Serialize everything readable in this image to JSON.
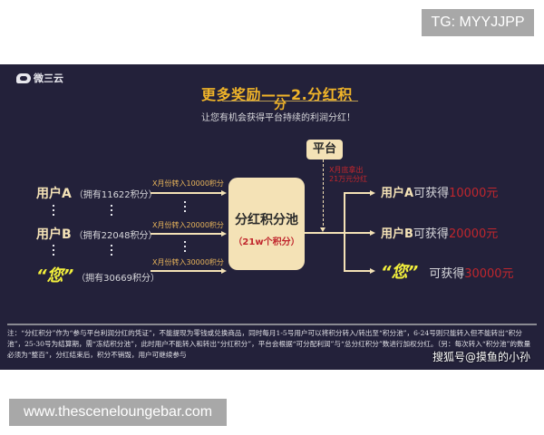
{
  "badges": {
    "tg": "TG: MYYJJPP",
    "url": "www.thesceneloungebar.com"
  },
  "slide": {
    "logo_text": "微三云",
    "title": "更多奖励——2.分红积",
    "title_wrap": "分",
    "subtitle": "让您有机会获得平台持续的利润分红！",
    "platform_label": "平台",
    "platform_note_line1": "X月底拿出",
    "platform_note_line2": "21万元分红",
    "pool_title": "分红积分池",
    "pool_sub": "（21w个积分）",
    "users": [
      {
        "name": "用户A",
        "points": "（拥有11622积分）",
        "transfer": "X月份转入10000积分"
      },
      {
        "name": "用户B",
        "points": "（拥有22048积分）",
        "transfer": "X月份转入20000积分"
      },
      {
        "name": "“您”",
        "points": "（拥有30669积分）",
        "transfer": "X月份转入30000积分"
      }
    ],
    "results": [
      {
        "user": "用户A",
        "verb": "可获得",
        "amount": "10000元"
      },
      {
        "user": "用户B",
        "verb": "可获得",
        "amount": "20000元"
      },
      {
        "user": "“您”",
        "verb": "可获得",
        "amount": "30000元"
      }
    ],
    "note": "注：“分红积分”作为“参与平台利润分红的凭证”，不能提现为零钱或兑换商品，同时每月1-5号用户可以将积分转入/转出至“积分池”，6-24号则只能转入但不能转出“积分池”，25-30号为结算期，需“冻结积分池”，此时用户不能转入和转出“分红积分”，平台会根据“可分配利润”与“总分红积分”数进行加权分红。（另：每次转入“积分池”的数量必须为“整百”，分红结束后，积分不销毁，用户可继续参与",
    "watermark": "搜狐号@摸鱼的小孙"
  },
  "colors": {
    "background": "#23213a",
    "gold": "#f0b429",
    "cream": "#f4e2b6",
    "red": "#c0262d",
    "yellow": "#f3f03c"
  }
}
